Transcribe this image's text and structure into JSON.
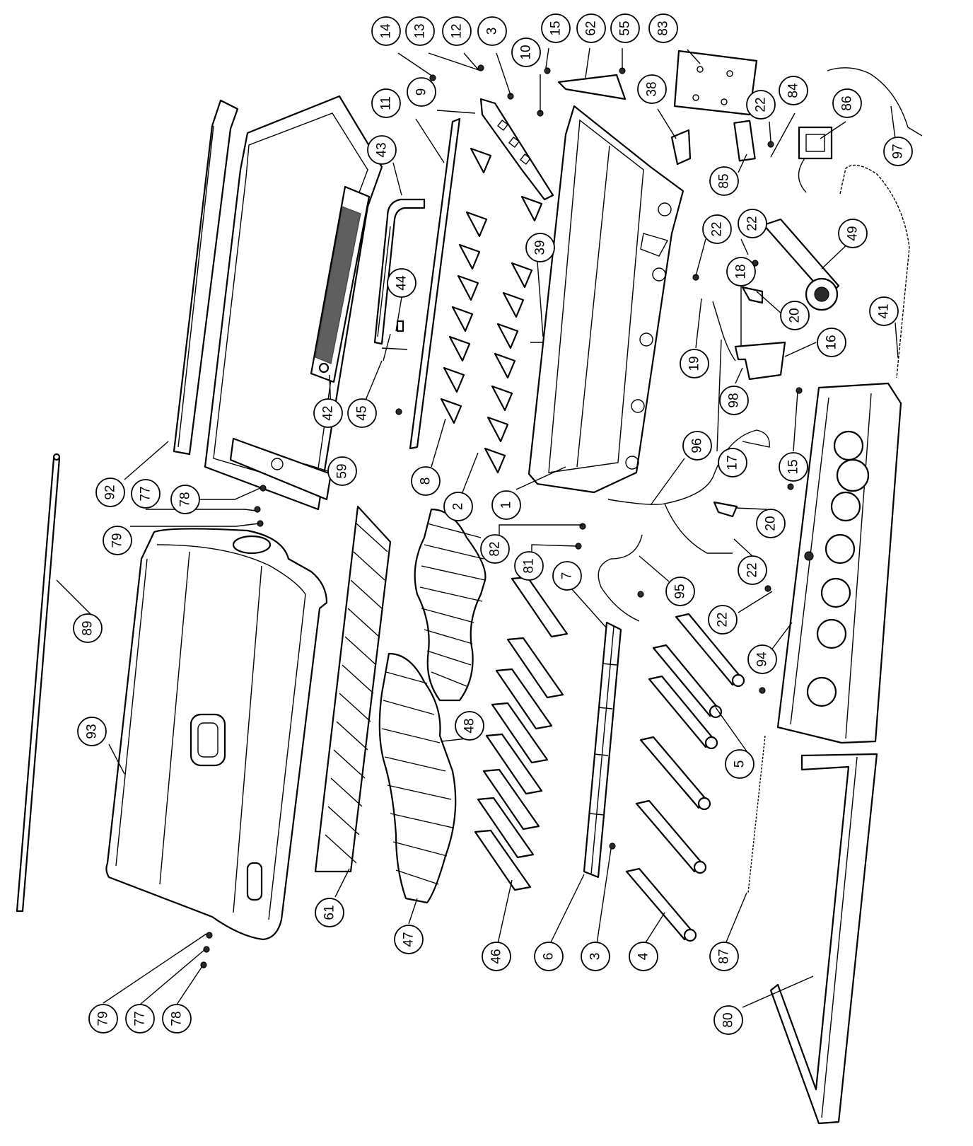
{
  "callouts": [
    {
      "id": "c14",
      "label": "14"
    },
    {
      "id": "c13",
      "label": "13"
    },
    {
      "id": "c12",
      "label": "12"
    },
    {
      "id": "c3a",
      "label": "3"
    },
    {
      "id": "c10",
      "label": "10"
    },
    {
      "id": "c15a",
      "label": "15"
    },
    {
      "id": "c62",
      "label": "62"
    },
    {
      "id": "c55",
      "label": "55"
    },
    {
      "id": "c83",
      "label": "83"
    },
    {
      "id": "c38",
      "label": "38"
    },
    {
      "id": "c84",
      "label": "84"
    },
    {
      "id": "c22a",
      "label": "22"
    },
    {
      "id": "c86",
      "label": "86"
    },
    {
      "id": "c97",
      "label": "97"
    },
    {
      "id": "c9",
      "label": "9"
    },
    {
      "id": "c11",
      "label": "11"
    },
    {
      "id": "c43",
      "label": "43"
    },
    {
      "id": "c85",
      "label": "85"
    },
    {
      "id": "c22b",
      "label": "22"
    },
    {
      "id": "c22c",
      "label": "22"
    },
    {
      "id": "c49",
      "label": "49"
    },
    {
      "id": "c39",
      "label": "39"
    },
    {
      "id": "c44",
      "label": "44"
    },
    {
      "id": "c18",
      "label": "18"
    },
    {
      "id": "c20a",
      "label": "20"
    },
    {
      "id": "c41",
      "label": "41"
    },
    {
      "id": "c16",
      "label": "16"
    },
    {
      "id": "c19",
      "label": "19"
    },
    {
      "id": "c98",
      "label": "98"
    },
    {
      "id": "c42",
      "label": "42"
    },
    {
      "id": "c45",
      "label": "45"
    },
    {
      "id": "c96",
      "label": "96"
    },
    {
      "id": "c17",
      "label": "17"
    },
    {
      "id": "c15b",
      "label": "15"
    },
    {
      "id": "c92",
      "label": "92"
    },
    {
      "id": "c59",
      "label": "59"
    },
    {
      "id": "c8",
      "label": "8"
    },
    {
      "id": "c2",
      "label": "2"
    },
    {
      "id": "c1",
      "label": "1"
    },
    {
      "id": "c78a",
      "label": "78"
    },
    {
      "id": "c77a",
      "label": "77"
    },
    {
      "id": "c79a",
      "label": "79"
    },
    {
      "id": "c20b",
      "label": "20"
    },
    {
      "id": "c82",
      "label": "82"
    },
    {
      "id": "c81",
      "label": "81"
    },
    {
      "id": "c22d",
      "label": "22"
    },
    {
      "id": "c95",
      "label": "95"
    },
    {
      "id": "c7",
      "label": "7"
    },
    {
      "id": "c22e",
      "label": "22"
    },
    {
      "id": "c89",
      "label": "89"
    },
    {
      "id": "c94",
      "label": "94"
    },
    {
      "id": "c5",
      "label": "5"
    },
    {
      "id": "c93",
      "label": "93"
    },
    {
      "id": "c48",
      "label": "48"
    },
    {
      "id": "c61",
      "label": "61"
    },
    {
      "id": "c47",
      "label": "47"
    },
    {
      "id": "c46",
      "label": "46"
    },
    {
      "id": "c6",
      "label": "6"
    },
    {
      "id": "c3b",
      "label": "3"
    },
    {
      "id": "c4",
      "label": "4"
    },
    {
      "id": "c87",
      "label": "87"
    },
    {
      "id": "c80",
      "label": "80"
    },
    {
      "id": "c79b",
      "label": "79"
    },
    {
      "id": "c77b",
      "label": "77"
    },
    {
      "id": "c78b",
      "label": "78"
    }
  ],
  "icons": {
    "burner_tube": "burner-tube-icon",
    "valve_knob": "knob-icon",
    "grill_grate": "grate-icon",
    "heat_shield": "heat-shield-icon"
  }
}
